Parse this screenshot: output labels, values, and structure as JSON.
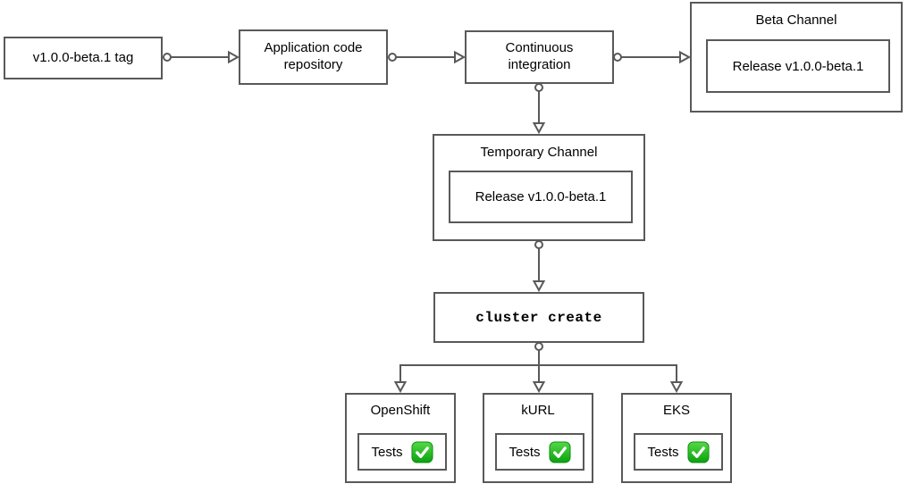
{
  "nodes": {
    "tag": {
      "label": "v1.0.0-beta.1 tag"
    },
    "repo": {
      "label": "Application code\nrepository"
    },
    "ci": {
      "label": "Continuous\nintegration"
    },
    "beta_channel": {
      "title": "Beta Channel",
      "release": "Release v1.0.0-beta.1"
    },
    "temp_channel": {
      "title": "Temporary Channel",
      "release": "Release v1.0.0-beta.1"
    },
    "cluster_create": {
      "label": "cluster create"
    },
    "openshift": {
      "title": "OpenShift",
      "tests_label": "Tests"
    },
    "kurl": {
      "title": "kURL",
      "tests_label": "Tests"
    },
    "eks": {
      "title": "EKS",
      "tests_label": "Tests"
    }
  },
  "icons": {
    "tests_status": "check-mark-button-green"
  },
  "colors": {
    "box_border": "#595959",
    "connector": "#595959",
    "text": "#000000",
    "background": "#ffffff",
    "check_green_top": "#55d947",
    "check_green_bottom": "#0ca00f",
    "check_mark": "#ffffff"
  }
}
